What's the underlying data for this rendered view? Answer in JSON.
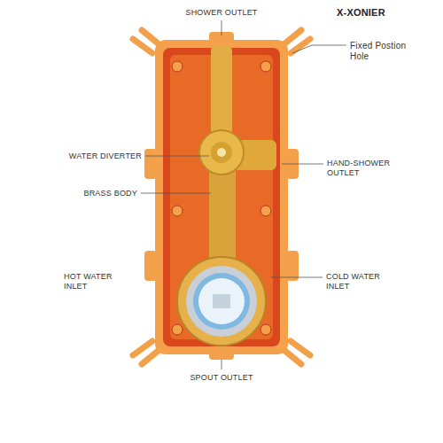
{
  "diagram": {
    "labels": [
      "X-XONIER",
      "SHOWER OUTLET",
      "Fixed Postion Hole",
      "WATER DIVERTER",
      "HAND-SHOWER OUTLET",
      "BRASS BODY",
      "HOT WATER INLET",
      "COLD WATER INLET",
      "SPOUT OUTLET"
    ]
  }
}
